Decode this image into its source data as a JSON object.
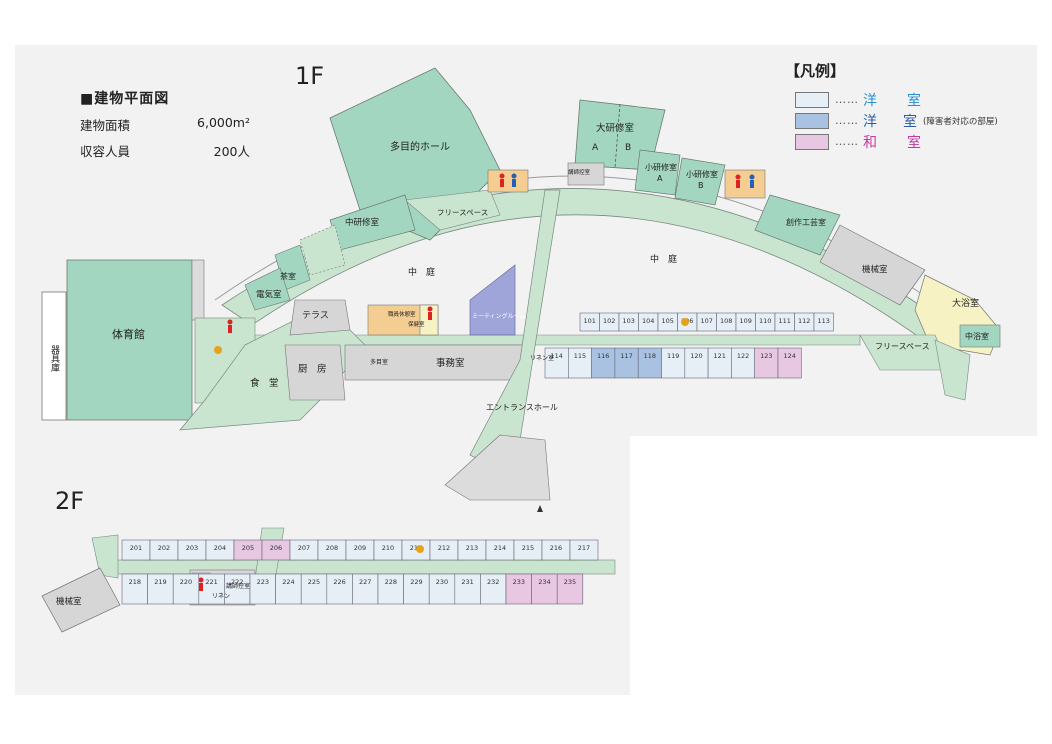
{
  "header": {
    "title": "■建物平面図",
    "area_label": "建物面積",
    "area_value": "6,000m²",
    "capacity_label": "収容人員",
    "capacity_value": "200人"
  },
  "floors": {
    "first": "1F",
    "second": "2F"
  },
  "legend": {
    "title": "【凡例】",
    "items": [
      {
        "dots": "……",
        "name": "洋　室",
        "note": "",
        "color": "#e6eef6"
      },
      {
        "dots": "……",
        "name": "洋　室",
        "note": "(障害者対応の部屋)",
        "color": "#a9c2e2"
      },
      {
        "dots": "……",
        "name": "和　室",
        "note": "",
        "color": "#e7c7e2"
      }
    ]
  },
  "colors": {
    "corridor": "#c9e4cf",
    "hall": "#a3d6c0",
    "service": "#d6d6d6",
    "room_western": "#e6eef6",
    "room_accessible": "#a9c2e2",
    "room_japanese": "#e7c7e2",
    "linen": "#f3cd91",
    "meeting": "#9fa5d9",
    "lounge": "#f7f2c4"
  },
  "labels_1f": {
    "gym": "体育館",
    "equipment": "器具庫",
    "multipurpose": "多目的ホール",
    "free_space_a": "フリースペース",
    "large_study": "大研修室",
    "large_study_a": "A",
    "large_study_b": "B",
    "small_study_a": "小研修室",
    "small_study_a2": "A",
    "small_study_b": "小研修室",
    "small_study_b2": "B",
    "instructor": "講師控室",
    "craft": "創作工芸室",
    "machine": "機械室",
    "big_bath": "大浴室",
    "mid_bath": "中浴室",
    "free_space_b": "フリースペース",
    "mid_study": "中研修室",
    "tea": "茶室",
    "electric": "電気室",
    "terrace": "テラス",
    "courtyard_l": "中　庭",
    "courtyard_r": "中　庭",
    "meeting_room": "ミーティングルーム",
    "office": "事務室",
    "kitchen": "厨　房",
    "dining": "食　堂",
    "entrance": "エントランスホール",
    "staff_rest": "職員休憩室",
    "nurse": "保健室",
    "linen": "リネン室",
    "multi_room": "多目室"
  },
  "rooms_1f_top": [
    "101",
    "102",
    "103",
    "104",
    "105",
    "106",
    "107",
    "108",
    "109",
    "110",
    "111",
    "112",
    "113"
  ],
  "rooms_1f_bottom": [
    "114",
    "115",
    "116",
    "117",
    "118",
    "119",
    "120",
    "121",
    "122",
    "123",
    "124"
  ],
  "rooms_2f_top": [
    "201",
    "202",
    "203",
    "204",
    "205",
    "206",
    "207",
    "208",
    "209",
    "210",
    "211",
    "212",
    "213",
    "214",
    "215",
    "216",
    "217"
  ],
  "rooms_2f_bottom": [
    "218",
    "219",
    "220",
    "221",
    "222",
    "223",
    "224",
    "225",
    "226",
    "227",
    "228",
    "229",
    "230",
    "231",
    "232",
    "233",
    "234",
    "235"
  ],
  "labels_2f": {
    "machine": "機械室",
    "instructor": "講師控室",
    "linen": "リネン"
  }
}
